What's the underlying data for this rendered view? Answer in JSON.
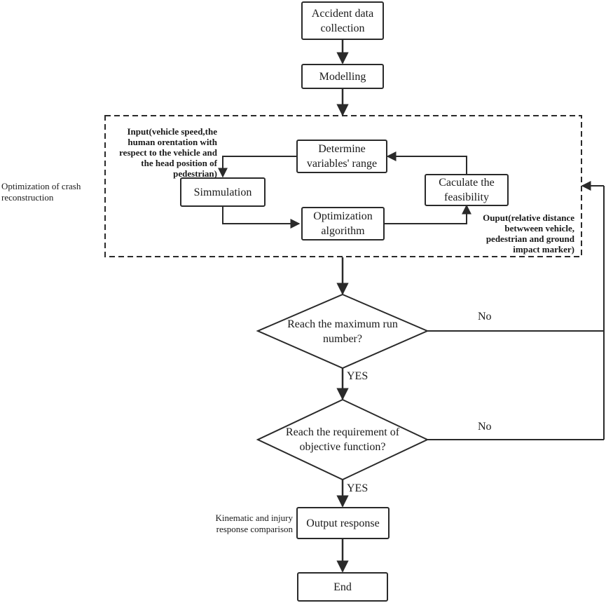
{
  "nodes": {
    "accident_data": "Accident data collection",
    "modelling": "Modelling",
    "determine_range": "Determine variables' range",
    "simulation": "Simmulation",
    "calculate_feasibility": "Caculate the feasibility",
    "optimization_algorithm": "Optimization algorithm",
    "max_run_decision": "Reach the maximum run number?",
    "objective_decision": "Reach the requirement of objective function?",
    "output_response": "Output response",
    "end": "End"
  },
  "annotations": {
    "input_note": "Input(vehicle speed,the human orentation with respect to the vehicle and the head position of pedestrian)",
    "output_note": "Ouput(relative distance betwween vehicle, pedestrian and ground impact marker)",
    "optimization_group": "Optimization of crash reconstruction",
    "comparison_note": "Kinematic and injury response comparison"
  },
  "edge_labels": {
    "no_1": "No",
    "no_2": "No",
    "yes_1": "YES",
    "yes_2": "YES"
  }
}
